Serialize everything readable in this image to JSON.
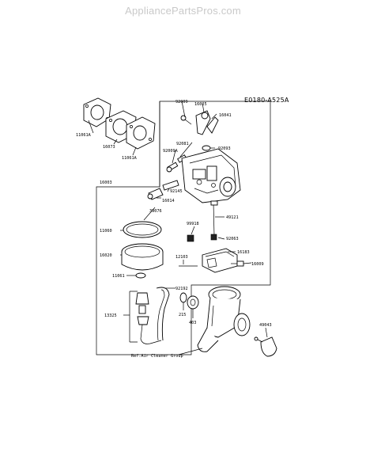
{
  "watermark": "AppliancePartsPros.com",
  "diagram_code": "E0180-A525A",
  "reference_note": "Ref.Air Cleaner Group",
  "parts": {
    "p92009": "92009",
    "p16025": "16025",
    "p16041": "16041",
    "p92081": "92081",
    "p92093": "92093",
    "p92009A": "92009A",
    "p11061A_1": "11061A",
    "p16073": "16073",
    "p11061A_2": "11061A",
    "p16003": "16003",
    "p92145": "92145",
    "p16014": "16014",
    "p39076": "39076",
    "p11060": "11060",
    "p16020": "16020",
    "p99918": "99918",
    "p49121": "49121",
    "p92063": "92063",
    "p12103": "12103",
    "p16183": "16183",
    "p16009": "16009",
    "p11061": "11061",
    "p92192": "92192",
    "p13325": "13325",
    "p215": "215",
    "p403": "403",
    "p49043": "49043"
  }
}
